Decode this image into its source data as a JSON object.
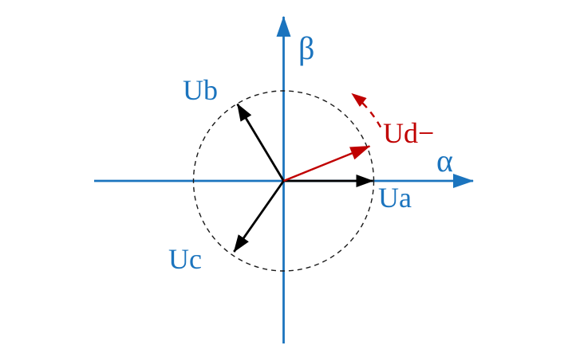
{
  "figure": {
    "type": "space-vector-diagram",
    "background": "#ffffff",
    "axes": {
      "x_label": "α",
      "y_label": "β",
      "color": "#1B74BE"
    },
    "reference_circle": {
      "style": "dashed",
      "color": "#1A1A1A"
    },
    "vectors": [
      {
        "id": "Ua",
        "label": "Ua",
        "color": "#000000",
        "angle_deg": 0,
        "length_ratio": 0.99
      },
      {
        "id": "Ub",
        "label": "Ub",
        "color": "#000000",
        "angle_deg": 121,
        "length_ratio": 0.995
      },
      {
        "id": "Uc",
        "label": "Uc",
        "color": "#000000",
        "angle_deg": 235,
        "length_ratio": 0.96
      },
      {
        "id": "Ud",
        "label": "Ud−",
        "color": "#C00000",
        "angle_deg": 22,
        "length_ratio": 1.03
      }
    ],
    "rotation_arrow": {
      "color": "#C00000",
      "direction": "counterclockwise",
      "style": "dashed",
      "from_deg": 29,
      "to_deg": 52,
      "radius_ratio": 1.23
    }
  }
}
